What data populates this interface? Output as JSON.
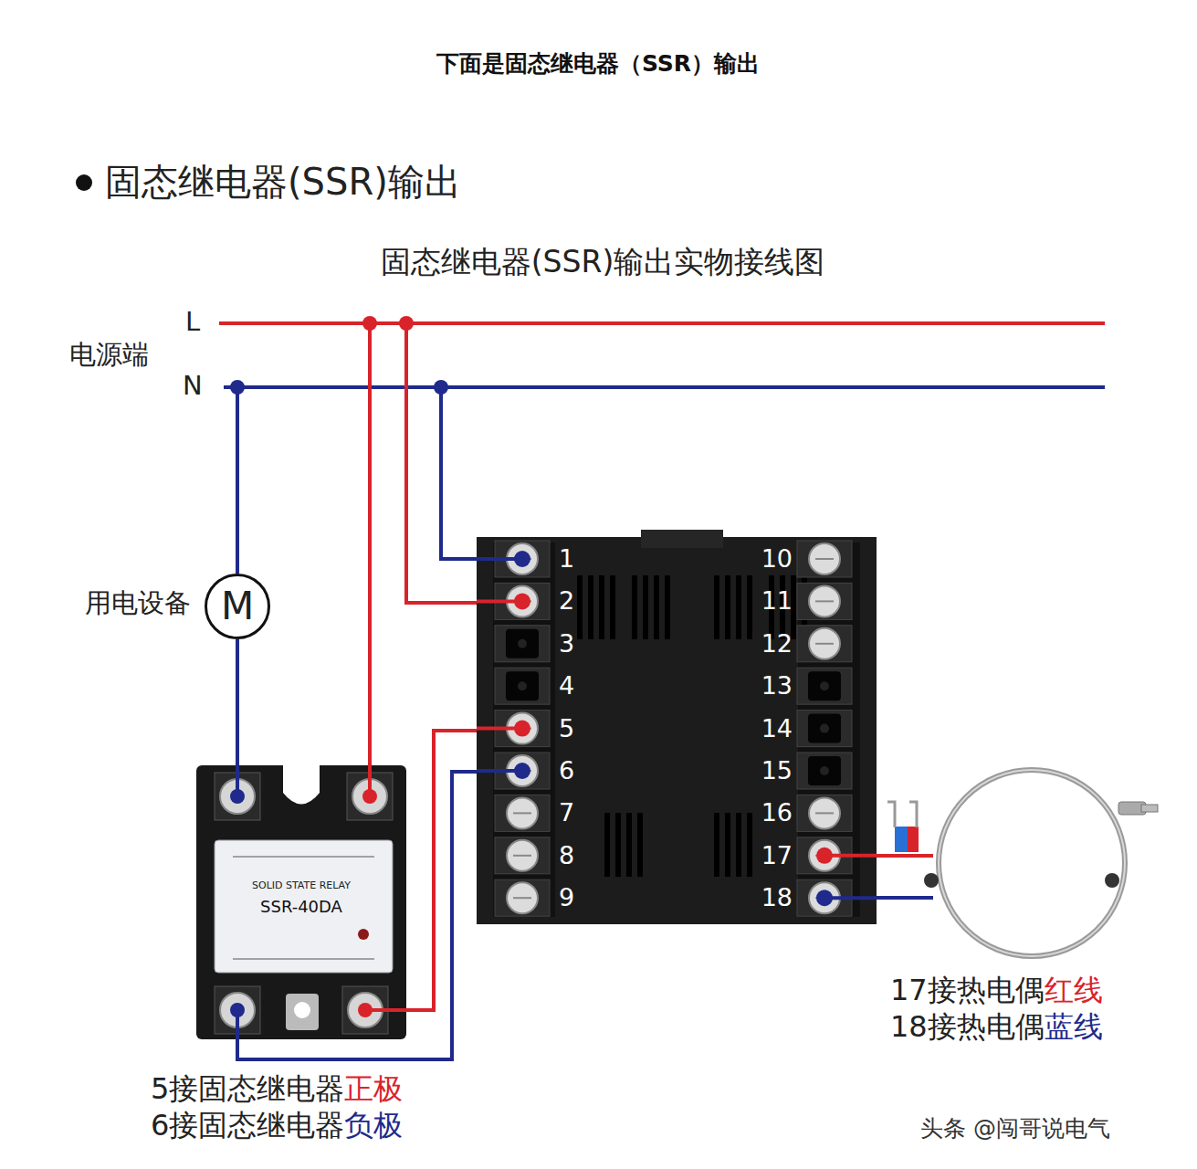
{
  "diagram": {
    "title": "固态继电器(SSR)输出",
    "nodes": [
      {
        "text": [
          "用电设备",
          "M"
        ]
      },
      {
        "text": [
          "SOLID STATE RELAY",
          "SSR-40DA"
        ]
      },
      {
        "text": [
          "1",
          "2",
          "3",
          "4",
          "5",
          "6",
          "7",
          "8",
          "9",
          "10",
          "11",
          "12",
          "13",
          "14",
          "15",
          "16",
          "17",
          "18"
        ]
      }
    ],
    "edges": [
      {
        "from": 0,
        "to": 1,
        "arrow": "none"
      },
      {
        "from": 1,
        "to": 2,
        "arrow": "none"
      },
      {
        "from": 1,
        "to": 2,
        "arrow": "none"
      }
    ],
    "labels": [
      "下面是固态继电器（SSR）输出",
      "固态继电器(SSR)输出实物接线图",
      "电源端",
      "L",
      "N",
      "17接热电偶",
      "红线",
      "18接热电偶",
      "蓝线",
      "5接固态继电器",
      "正极",
      "6接固态继电器",
      "负极",
      "头条 @闯哥说电气"
    ]
  }
}
